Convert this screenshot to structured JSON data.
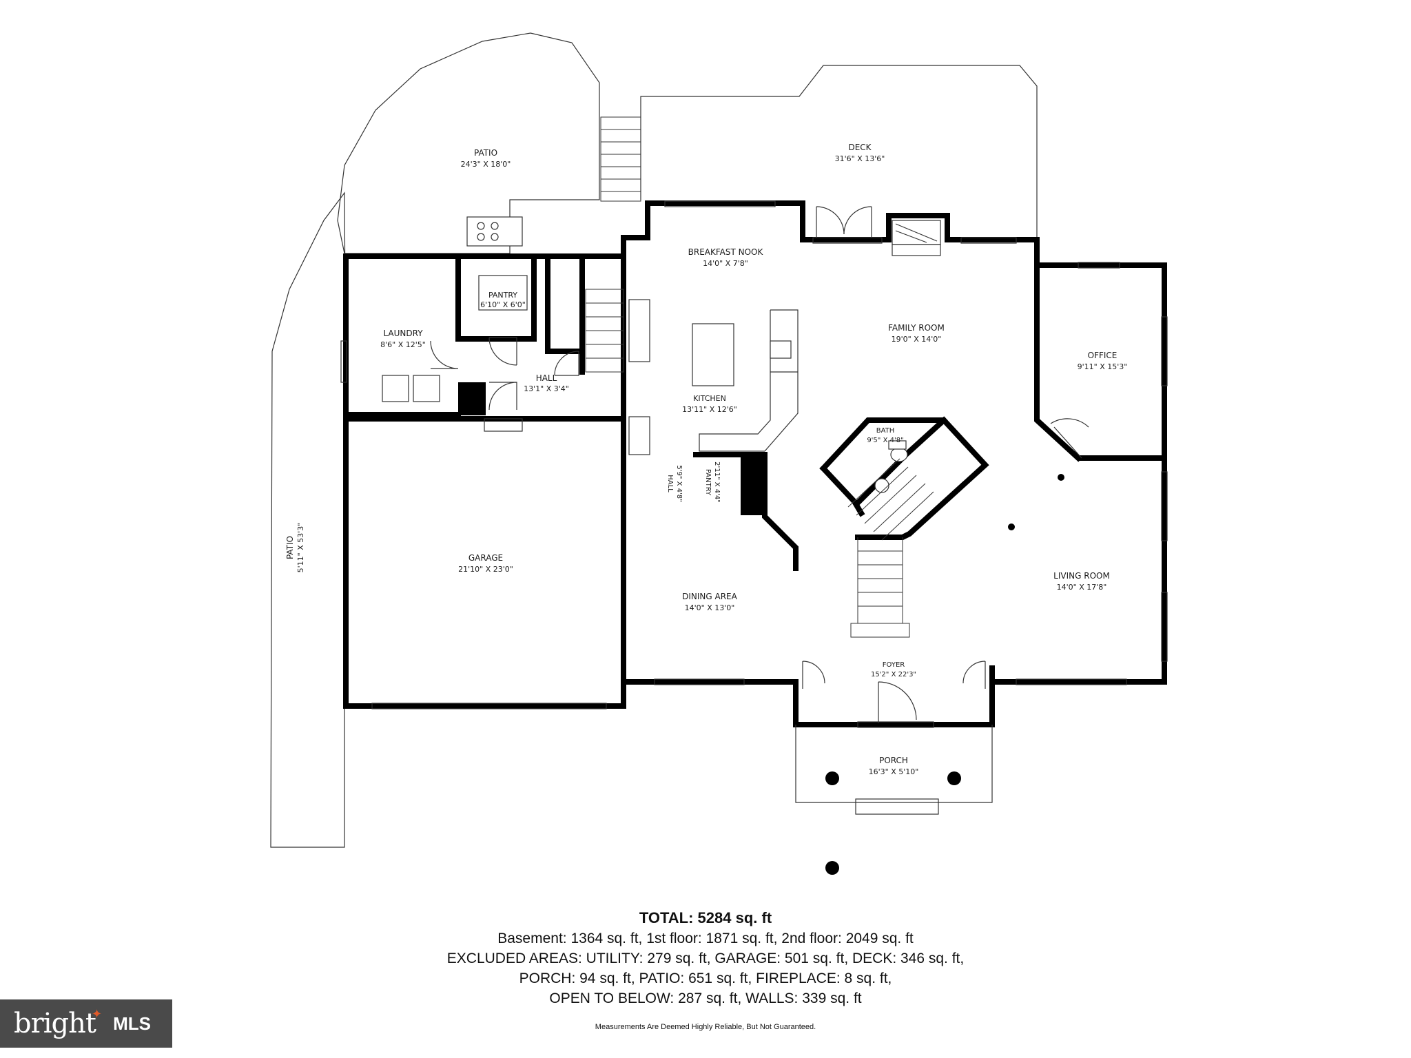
{
  "rooms": [
    {
      "id": "patio-top",
      "name": "PATIO",
      "dims": "24'3\" X 18'0\""
    },
    {
      "id": "deck",
      "name": "DECK",
      "dims": "31'6\" X 13'6\""
    },
    {
      "id": "breakfast-nook",
      "name": "BREAKFAST NOOK",
      "dims": "14'0\" X 7'8\""
    },
    {
      "id": "pantry",
      "name": "PANTRY",
      "dims": "6'10\" X 6'0\""
    },
    {
      "id": "laundry",
      "name": "LAUNDRY",
      "dims": "8'6\" X 12'5\""
    },
    {
      "id": "hall",
      "name": "HALL",
      "dims": "13'1\" X 3'4\""
    },
    {
      "id": "family-room",
      "name": "FAMILY ROOM",
      "dims": "19'0\" X 14'0\""
    },
    {
      "id": "office",
      "name": "OFFICE",
      "dims": "9'11\" X 15'3\""
    },
    {
      "id": "kitchen",
      "name": "KITCHEN",
      "dims": "13'11\" X 12'6\""
    },
    {
      "id": "bath",
      "name": "BATH",
      "dims": "9'5\" X 4'8\""
    },
    {
      "id": "hall-small",
      "name": "HALL",
      "dims": "5'9\" X 4'8\""
    },
    {
      "id": "pantry-small",
      "name": "PANTRY",
      "dims": "2'11\" X 4'4\""
    },
    {
      "id": "garage",
      "name": "GARAGE",
      "dims": "21'10\" X 23'0\""
    },
    {
      "id": "patio-side",
      "name": "PATIO",
      "dims": "5'11\" X 53'3\""
    },
    {
      "id": "dining-area",
      "name": "DINING AREA",
      "dims": "14'0\" X 13'0\""
    },
    {
      "id": "living-room",
      "name": "LIVING ROOM",
      "dims": "14'0\" X 17'8\""
    },
    {
      "id": "foyer",
      "name": "FOYER",
      "dims": "15'2\" X 22'3\""
    },
    {
      "id": "porch",
      "name": "PORCH",
      "dims": "16'3\" X 5'10\""
    }
  ],
  "summary": {
    "total": "TOTAL: 5284 sq. ft",
    "line1": "Basement: 1364 sq. ft, 1st floor: 1871 sq. ft, 2nd floor: 2049 sq. ft",
    "line2": "EXCLUDED AREAS: UTILITY: 279 sq. ft, GARAGE: 501 sq. ft, DECK: 346 sq. ft,",
    "line3": "PORCH: 94 sq. ft, PATIO: 651 sq. ft, FIREPLACE: 8 sq. ft,",
    "line4": "OPEN TO BELOW: 287 sq. ft, WALLS: 339 sq. ft"
  },
  "disclaimer": "Measurements Are Deemed Highly Reliable, But Not Guaranteed.",
  "logo": {
    "brand": "bright",
    "suffix": "MLS",
    "bg_color": "#4a4a4a",
    "accent_color": "#e05a2a"
  }
}
